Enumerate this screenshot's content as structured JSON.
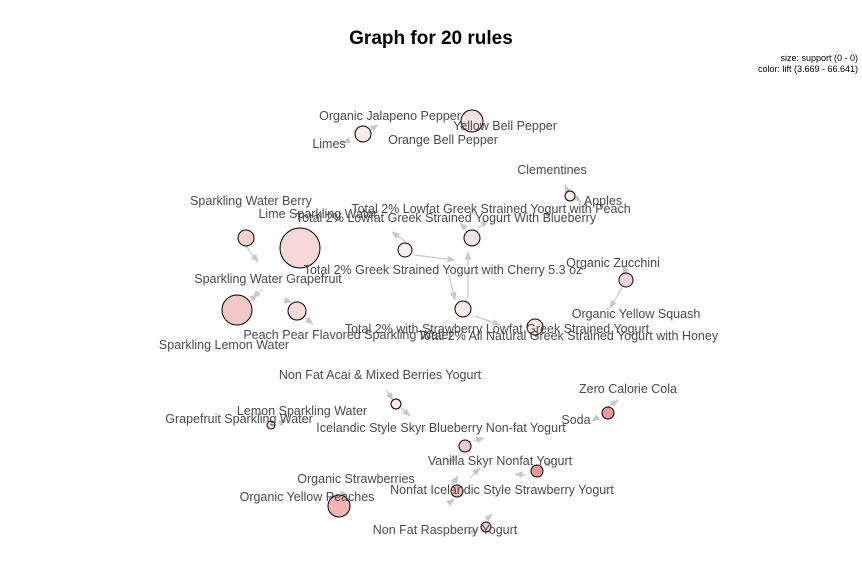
{
  "title": "Graph for 20 rules",
  "legend": {
    "size": "size: support (0 - 0)",
    "color": "color: lift (3.669 - 66.641)"
  },
  "colors": {
    "edge": "#c8c8c8",
    "node_stroke": "#000000",
    "label": "#4a4a4a"
  },
  "items": [
    "Organic Jalapeno Pepper",
    "Yellow Bell Pepper",
    "Orange Bell Pepper",
    "Limes",
    "Clementines",
    "Apples",
    "Sparkling Water Berry",
    "Lime Sparkling Water",
    "Total 2% Lowfat Greek Strained Yogurt with Peach",
    "Total 2% Lowfat Greek Strained Yogurt With Blueberry",
    "Total 2% Greek Strained Yogurt with Cherry 5.3 oz",
    "Organic Zucchini",
    "Sparkling Water Grapefruit",
    "Organic Yellow Squash",
    "Peach Pear Flavored Sparkling Water",
    "Total 2% with Strawberry Lowfat Greek Strained Yogurt",
    "Total 2% All Natural Greek Strained Yogurt with Honey",
    "Sparkling Lemon Water",
    "Non Fat Acai & Mixed Berries Yogurt",
    "Zero Calorie Cola",
    "Lemon Sparkling Water",
    "Grapefruit Sparkling Water",
    "Soda",
    "Icelandic Style Skyr Blueberry Non-fat Yogurt",
    "Vanilla Skyr Nonfat Yogurt",
    "Organic Strawberries",
    "Organic Yellow Peaches",
    "Nonfat Icelandic Style Strawberry Yogurt",
    "Non Fat Raspberry Yogurt"
  ],
  "rules": [
    {
      "id": "rule-1",
      "fill": "#fbeaea"
    },
    {
      "id": "rule-2",
      "fill": "#fae3e3"
    },
    {
      "id": "rule-3",
      "fill": "#fbe6e6"
    },
    {
      "id": "rule-4",
      "fill": "#f5d0d0"
    },
    {
      "id": "rule-5",
      "fill": "#f7d8d8"
    },
    {
      "id": "rule-6",
      "fill": "#fbeeee"
    },
    {
      "id": "rule-7",
      "fill": "#f8e3e3"
    },
    {
      "id": "rule-8",
      "fill": "#f6d6d6"
    },
    {
      "id": "rule-9",
      "fill": "#f4c7c7"
    },
    {
      "id": "rule-10",
      "fill": "#f6dcdc"
    },
    {
      "id": "rule-11",
      "fill": "#fce9e9"
    },
    {
      "id": "rule-12",
      "fill": "#fbe8e8"
    },
    {
      "id": "rule-13",
      "fill": "#fce8e8"
    },
    {
      "id": "rule-14",
      "fill": "#f9dede"
    },
    {
      "id": "rule-15",
      "fill": "#ef9a9a"
    },
    {
      "id": "rule-16",
      "fill": "#f5c8c8"
    },
    {
      "id": "rule-17",
      "fill": "#ee9595"
    },
    {
      "id": "rule-18",
      "fill": "#f3b7b7"
    },
    {
      "id": "rule-19",
      "fill": "#f3b3b3"
    },
    {
      "id": "rule-20",
      "fill": "#f6cdcd"
    }
  ]
}
